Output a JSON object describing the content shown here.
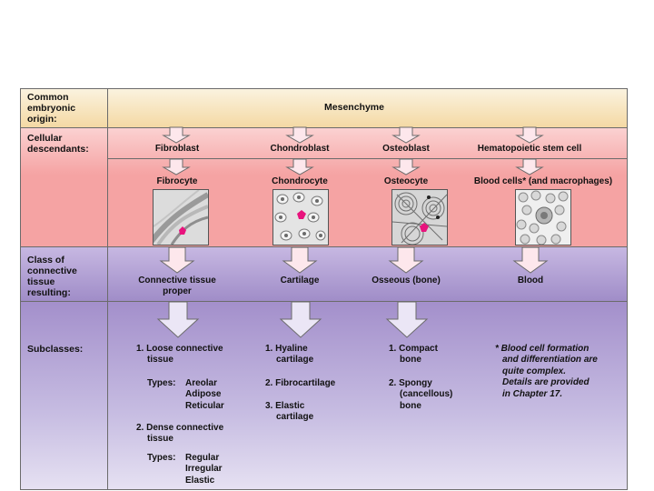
{
  "rows": {
    "origin_label": [
      "Common",
      "embryonic",
      "origin:"
    ],
    "descendants_label": [
      "Cellular",
      "descendants:"
    ],
    "class_label": [
      "Class of",
      "connective",
      "tissue",
      "resulting:"
    ],
    "subclasses_label": "Subclasses:"
  },
  "origin": "Mesenchyme",
  "columns": [
    {
      "stem": "Fibroblast",
      "mature": "Fibrocyte",
      "tissue": [
        "Connective tissue",
        "proper"
      ]
    },
    {
      "stem": "Chondroblast",
      "mature": "Chondrocyte",
      "tissue": [
        "Cartilage"
      ]
    },
    {
      "stem": "Osteoblast",
      "mature": "Osteocyte",
      "tissue": [
        "Osseous (bone)"
      ]
    },
    {
      "stem": "Hematopoietic stem cell",
      "mature": "Blood cells* (and macrophages)",
      "tissue": [
        "Blood"
      ]
    }
  ],
  "subclasses": {
    "connective": {
      "loose_title": [
        "1. Loose connective",
        "tissue"
      ],
      "loose_types_label": "Types:",
      "loose_types": [
        "Areolar",
        "Adipose",
        "Reticular"
      ],
      "dense_title": [
        "2. Dense connective",
        "tissue"
      ],
      "dense_types_label": "Types:",
      "dense_types": [
        "Regular",
        "Irregular",
        "Elastic"
      ]
    },
    "cartilage": [
      [
        "1. Hyaline",
        "cartilage"
      ],
      [
        "2. Fibrocartilage"
      ],
      [
        "3. Elastic",
        "cartilage"
      ]
    ],
    "bone": [
      [
        "1. Compact",
        "bone"
      ],
      [
        "2. Spongy",
        "(cancellous)",
        "bone"
      ]
    ],
    "blood_note": [
      "* Blood cell formation",
      "and differentiation are",
      "quite complex.",
      "Details are provided",
      "in Chapter 17."
    ]
  },
  "colors": {
    "origin_band": "#f4d9a4",
    "cells_band": "#f5a3a3",
    "class_band": "#a08dc8",
    "marker": "#e8137d",
    "arrow_fill": "#fbe3ea"
  }
}
